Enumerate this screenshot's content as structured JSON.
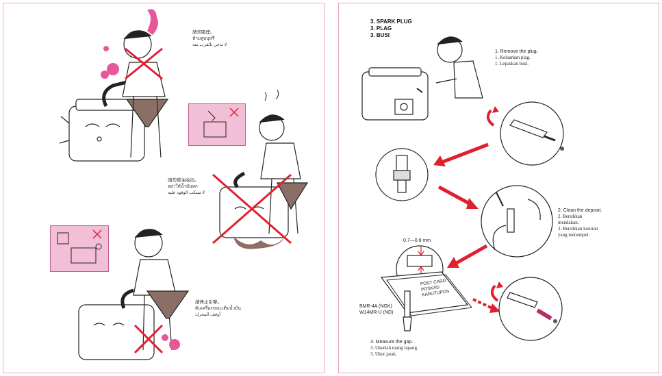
{
  "left_page": {
    "warnings": [
      {
        "id": "no-smoking",
        "lines": [
          "請勿吸煙。",
          "ห้ามสูบบุหรี่",
          "لا تدخن بالقرب منه"
        ]
      },
      {
        "id": "no-spill",
        "lines": [
          "請勿使油溢出。",
          "อย่าให้น้ำมันหก",
          "لا تسكب الوقود عليه"
        ]
      },
      {
        "id": "stop-engine",
        "lines": [
          "請停止引擎。",
          "ดับเครื่องขณะเติมน้ำมัน",
          "أوقف المحرك"
        ]
      }
    ]
  },
  "right_page": {
    "headings": [
      "3. SPARK PLUG",
      "3. PLAG",
      "3. BUSI"
    ],
    "steps": [
      {
        "id": "remove",
        "lines": [
          "1.   Remove the plug.",
          "1.   Keluarkan plag.",
          "1.   Lepaskan busi."
        ]
      },
      {
        "id": "clean",
        "lines": [
          "2.   Clean the deposit.",
          "2.   Bersihkan",
          "      mendakan.",
          "2.   Bersihkan kotoran",
          "      yang menempel."
        ]
      },
      {
        "id": "measure",
        "lines": [
          "3.   Measure the gap.",
          "3.   Ukurlah ruang lapang.",
          "3.   Ukur jarak."
        ]
      }
    ],
    "gap_label": "0.7—0.8 mm",
    "postcard_lines": [
      "POST CARD",
      "POSKAD",
      "KARUTUPOS"
    ],
    "plug_models": [
      "BMR-4A (NGK)",
      "W14MR-U (ND)"
    ]
  },
  "colors": {
    "border": "#e8a6c2",
    "pink": "#e7579a",
    "red": "#e0202e",
    "panel": "#f3bfd6"
  }
}
